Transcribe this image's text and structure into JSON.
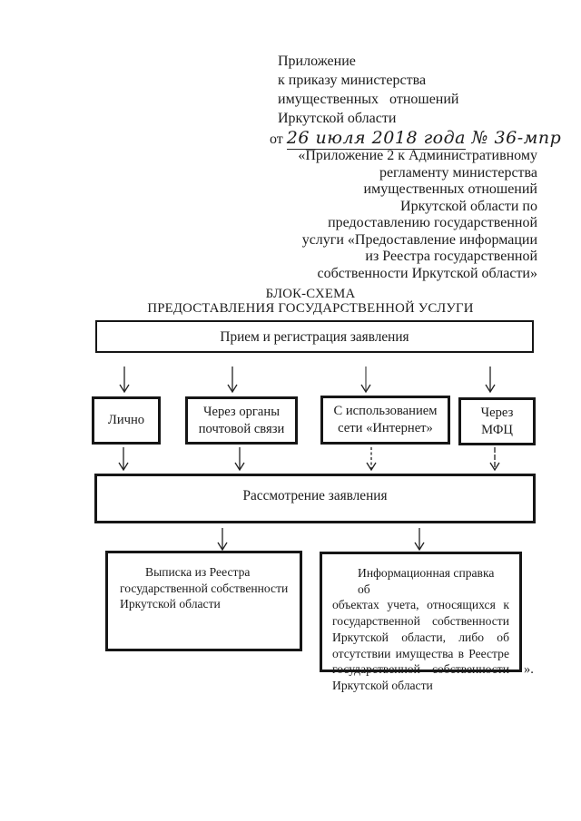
{
  "doc": {
    "header": {
      "lines": [
        "Приложение",
        "к приказу министерства",
        "имущественных   отношений",
        "Иркутской области"
      ],
      "date_prefix": "от ",
      "date_value": "26 июля 2018 года",
      "order_number": " № 36-мпр"
    },
    "appendix": {
      "lines": [
        "«Приложение 2 к Административному",
        "регламенту министерства",
        "имущественных отношений",
        "Иркутской области по",
        "предоставлению государственной",
        "услуги «Предоставление информации",
        "из Реестра государственной",
        "собственности Иркутской области»"
      ]
    },
    "title": {
      "line1": "БЛОК-СХЕМА",
      "line2": "ПРЕДОСТАВЛЕНИЯ ГОСУДАРСТВЕННОЙ УСЛУГИ"
    },
    "flow": {
      "reception": "Прием и регистрация заявления",
      "channels": [
        {
          "lines": [
            "Лично"
          ]
        },
        {
          "lines": [
            "Через органы",
            "почтовой связи"
          ]
        },
        {
          "lines": [
            "С использованием",
            "сети «Интернет»"
          ]
        },
        {
          "lines": [
            "Через",
            "МФЦ"
          ]
        }
      ],
      "review": "Рассмотрение заявления",
      "outcome_left": {
        "lines": [
          "Выписка из Реестра",
          "государственной собственности",
          "Иркутской области"
        ]
      },
      "outcome_right": {
        "lines": [
          "Информационная справка об",
          "объектах учета, относящихся к",
          "государственной собственности",
          "Иркутской области, либо об",
          "отсутствии имущества в Реестре",
          "государственной собственности",
          "Иркутской области"
        ]
      }
    },
    "closing_mark": "».",
    "colors": {
      "ink": "#1b1b1b",
      "paper": "#ffffff"
    }
  }
}
